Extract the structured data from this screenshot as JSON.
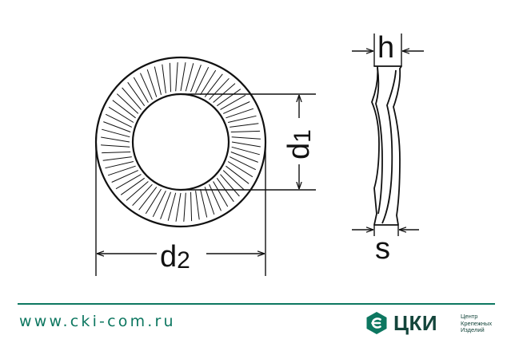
{
  "labels": {
    "outer_diameter": "d2",
    "inner_diameter": "d1",
    "height": "h",
    "thickness": "s"
  },
  "footer": {
    "website": "www.cki-com.ru",
    "brand_name": "ЦКИ",
    "brand_tagline": [
      "Центр",
      "Крепежных",
      "Изделий"
    ]
  },
  "colors": {
    "line": "#111111",
    "accent": "#0d7760",
    "brand": "#14453b"
  },
  "icons": {
    "brand_logo": "hexagon-e-icon"
  }
}
